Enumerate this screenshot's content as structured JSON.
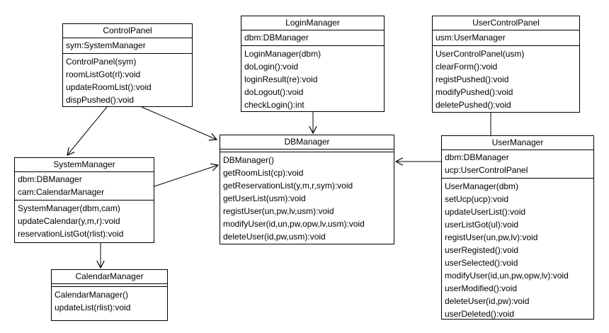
{
  "diagram": {
    "kind": "uml-class-diagram",
    "colors": {
      "line": "#000000",
      "background": "#ffffff"
    }
  },
  "classes": [
    {
      "name": "ControlPanel",
      "attributes": [
        "sym:SystemManager"
      ],
      "methods": [
        "ControlPanel(sym)",
        "roomListGot(rl):void",
        "updateRoomList():void",
        "dispPushed():void"
      ]
    },
    {
      "name": "LoginManager",
      "attributes": [
        "dbm:DBManager"
      ],
      "methods": [
        "LoginManager(dbm)",
        "doLogin():void",
        "loginResult(re):void",
        "doLogout():void",
        "checkLogin():int"
      ]
    },
    {
      "name": "UserControlPanel",
      "attributes": [
        "usm:UserManager"
      ],
      "methods": [
        "UserControlPanel(usm)",
        "clearForm():void",
        "registPushed():void",
        "modifyPushed():void",
        "deletePushed():void"
      ]
    },
    {
      "name": "SystemManager",
      "attributes": [
        "dbm:DBManager",
        "cam:CalendarManager"
      ],
      "methods": [
        "SystemManager(dbm,cam)",
        "updateCalendar(y,m,r):void",
        "reservationListGot(rlist):void"
      ]
    },
    {
      "name": "DBManager",
      "attributes": [],
      "methods": [
        "DBManager()",
        "getRoomList(cp):void",
        "getReservationList(y,m,r,sym):void",
        "getUserList(usm):void",
        "registUser(un,pw,lv,usm):void",
        "modifyUser(id,un,pw,opw,lv,usm):void",
        "deleteUser(id,pw,usm):void"
      ]
    },
    {
      "name": "UserManager",
      "attributes": [
        "dbm:DBManager",
        "ucp:UserControlPanel"
      ],
      "methods": [
        "UserManager(dbm)",
        "setUcp(ucp):void",
        "updateUserList():void",
        "userListGot(ul):void",
        "registUser(un,pw,lv):void",
        "userRegisted():void",
        "userSelected():void",
        "modifyUser(id,un,pw,opw,lv):void",
        "userModified():void",
        "deleteUser(id,pw):void",
        "userDeleted():void"
      ]
    },
    {
      "name": "CalendarManager",
      "attributes": [],
      "methods": [
        "CalendarManager()",
        "updateList(rlist):void"
      ]
    }
  ],
  "relationships": [
    {
      "from": "ControlPanel",
      "to": "SystemManager",
      "type": "association",
      "arrowhead": "open"
    },
    {
      "from": "ControlPanel",
      "to": "DBManager",
      "type": "association",
      "arrowhead": "open"
    },
    {
      "from": "LoginManager",
      "to": "DBManager",
      "type": "association",
      "arrowhead": "open"
    },
    {
      "from": "UserControlPanel",
      "to": "UserManager",
      "type": "association",
      "arrowhead": "none"
    },
    {
      "from": "SystemManager",
      "to": "DBManager",
      "type": "association",
      "arrowhead": "open"
    },
    {
      "from": "SystemManager",
      "to": "CalendarManager",
      "type": "association",
      "arrowhead": "open"
    },
    {
      "from": "UserManager",
      "to": "DBManager",
      "type": "association",
      "arrowhead": "open"
    }
  ]
}
